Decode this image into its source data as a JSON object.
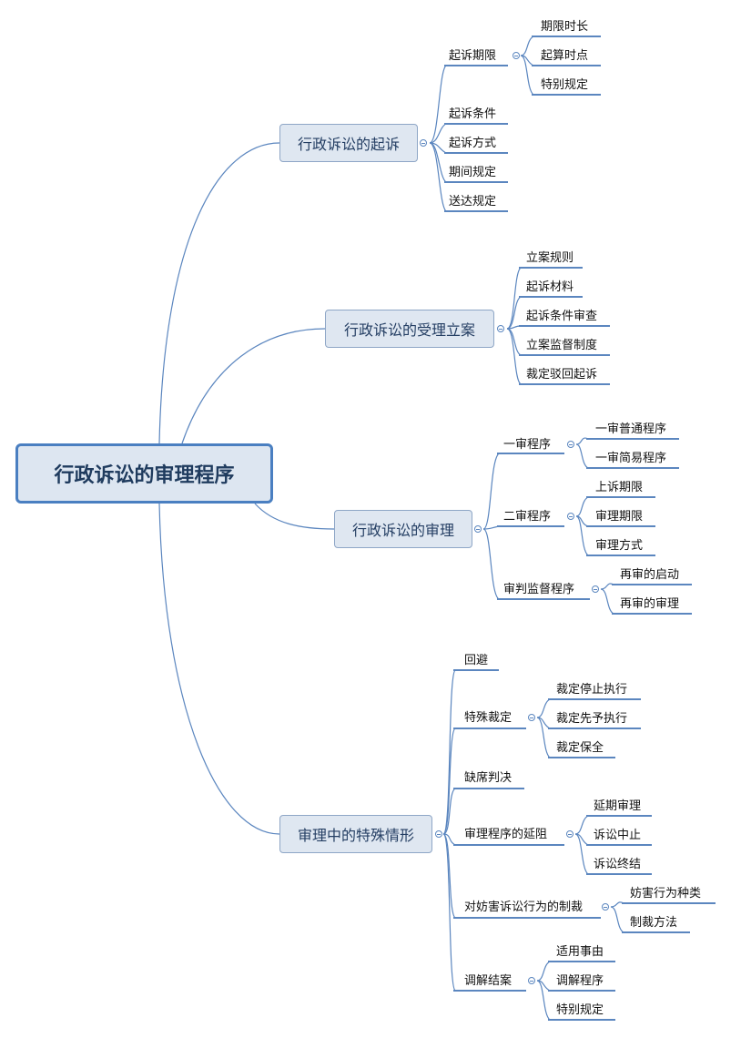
{
  "root": "行政诉讼的审理程序",
  "b1": {
    "label": "行政诉讼的起诉",
    "c1": {
      "label": "起诉期限",
      "items": [
        "期限时长",
        "起算时点",
        "特别规定"
      ]
    },
    "c2": "起诉条件",
    "c3": "起诉方式",
    "c4": "期间规定",
    "c5": "送达规定"
  },
  "b2": {
    "label": "行政诉讼的受理立案",
    "items": [
      "立案规则",
      "起诉材料",
      "起诉条件审查",
      "立案监督制度",
      "裁定驳回起诉"
    ]
  },
  "b3": {
    "label": "行政诉讼的审理",
    "c1": {
      "label": "一审程序",
      "items": [
        "一审普通程序",
        "一审简易程序"
      ]
    },
    "c2": {
      "label": "二审程序",
      "items": [
        "上诉期限",
        "审理期限",
        "审理方式"
      ]
    },
    "c3": {
      "label": "审判监督程序",
      "items": [
        "再审的启动",
        "再审的审理"
      ]
    }
  },
  "b4": {
    "label": "审理中的特殊情形",
    "c1": "回避",
    "c2": {
      "label": "特殊裁定",
      "items": [
        "裁定停止执行",
        "裁定先予执行",
        "裁定保全"
      ]
    },
    "c3": "缺席判决",
    "c4": {
      "label": "审理程序的延阻",
      "items": [
        "延期审理",
        "诉讼中止",
        "诉讼终结"
      ]
    },
    "c5": {
      "label": "对妨害诉讼行为的制裁",
      "items": [
        "妨害行为种类",
        "制裁方法"
      ]
    },
    "c6": {
      "label": "调解结案",
      "items": [
        "适用事由",
        "调解程序",
        "特别规定"
      ]
    }
  }
}
